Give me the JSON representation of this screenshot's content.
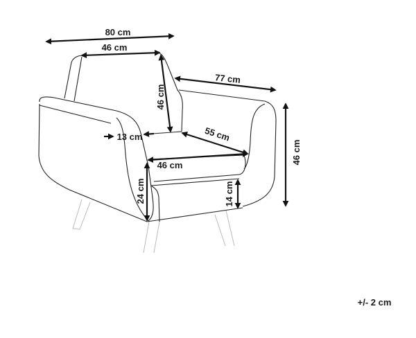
{
  "dimensions": {
    "total_width": "80 cm",
    "backrest_width": "46 cm",
    "backrest_height": "46 cm",
    "total_depth": "77 cm",
    "seat_depth": "55 cm",
    "armrest_width": "13 cm",
    "seat_width": "46 cm",
    "armrest_height_from_seat": "24 cm",
    "seat_height_from_base": "14 cm",
    "total_height": "46 cm"
  },
  "tolerance": "+/- 2 cm"
}
